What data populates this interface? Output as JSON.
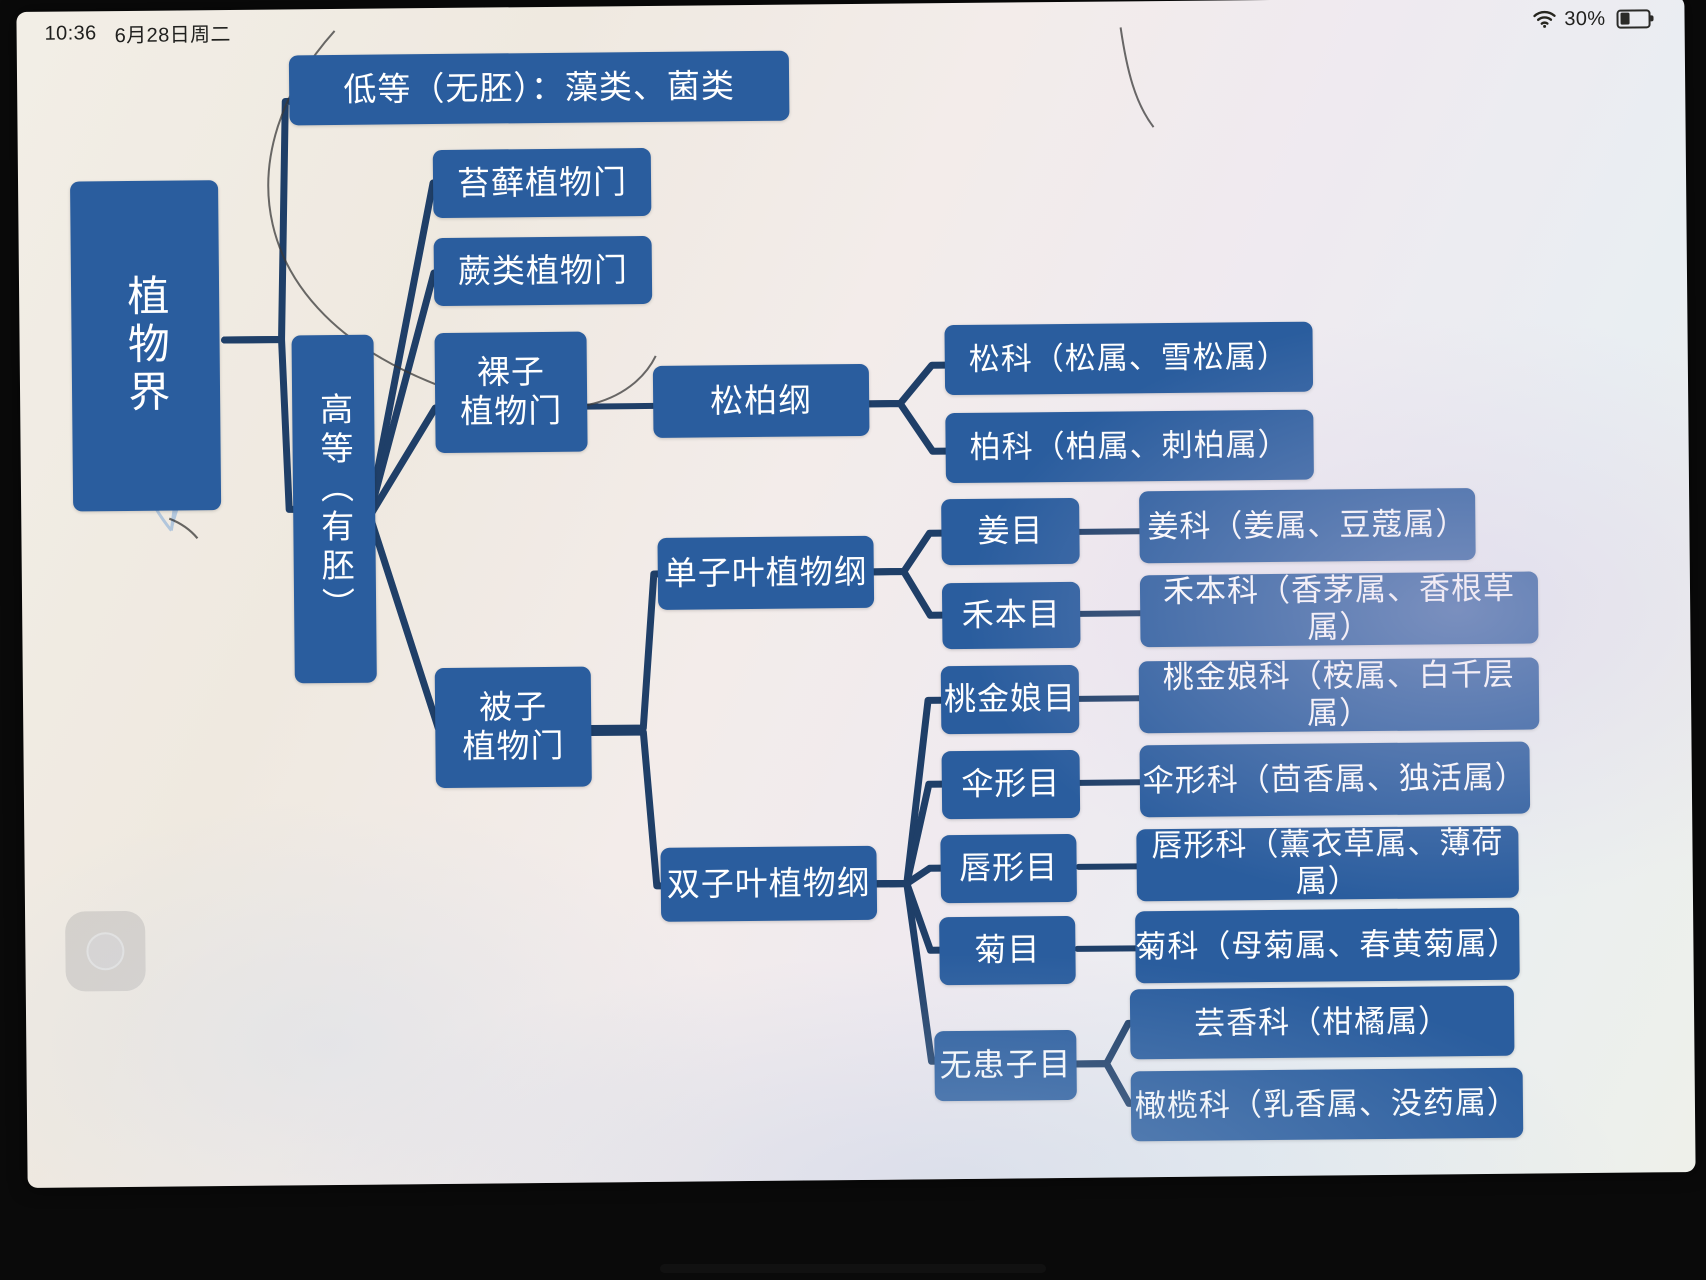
{
  "device": {
    "status_bar": {
      "time": "10:36",
      "date": "6月28日周二",
      "wifi_icon": "wifi-icon",
      "battery_percent": "30%",
      "battery_icon": "battery-icon"
    },
    "assistive_touch": "assistive-touch-button",
    "home_indicator": "home-indicator"
  },
  "colors": {
    "node_fill": "#2a5d9e",
    "node_text": "#ffffff",
    "edge_stroke": "#1f3f68",
    "canvas_bg": "#f2eee6"
  },
  "diagram": {
    "type": "mind-map",
    "root": "植物界",
    "nodes": {
      "root": "植物界",
      "lower": "低等（无胚）：藻类、菌类",
      "higher": "高等（有胚）",
      "bryophyta": "苔藓植物门",
      "pteridophyta": "蕨类植物门",
      "gymnosperm": "裸子\n植物门",
      "angiosperm": "被子\n植物门",
      "pinopsida": "松柏纲",
      "pinaceae": "松科（松属、雪松属）",
      "cupressaceae": "柏科（柏属、刺柏属）",
      "monocot": "单子叶植物纲",
      "dicot": "双子叶植物纲",
      "order_zingiberales": "姜目",
      "family_zingiberaceae": "姜科（姜属、豆蔻属）",
      "order_poales": "禾本目",
      "family_poaceae": "禾本科（香茅属、香根草属）",
      "order_myrtales": "桃金娘目",
      "family_myrtaceae": "桃金娘科（桉属、白千层属）",
      "order_apiales": "伞形目",
      "family_apiaceae": "伞形科（茴香属、独活属）",
      "order_lamiales": "唇形目",
      "family_lamiaceae": "唇形科（薰衣草属、薄荷属）",
      "order_asterales": "菊目",
      "family_asteraceae": "菊科（母菊属、春黄菊属）",
      "order_sapindales": "无患子目",
      "family_rutaceae": "芸香科（柑橘属）",
      "family_burseraceae": "橄榄科（乳香属、没药属）"
    }
  }
}
